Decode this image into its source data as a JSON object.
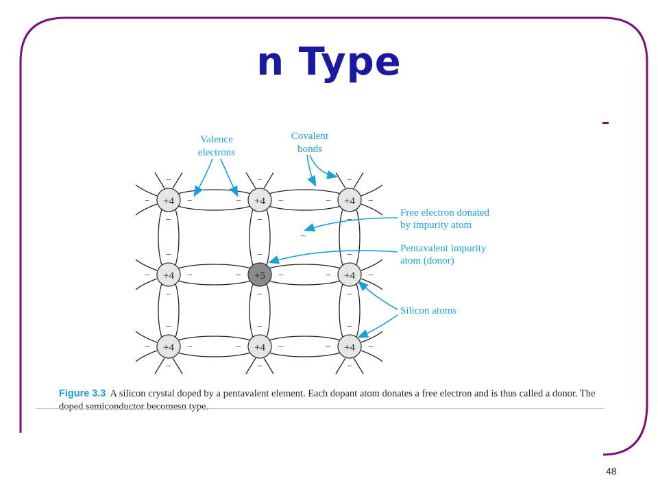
{
  "slide": {
    "title": "n Type",
    "bullet_dash": "-",
    "page_number": "48",
    "frame_color": "#7a0f7a",
    "title_color": "#1a1a9c"
  },
  "figure": {
    "labels": {
      "valence": [
        "Valence",
        "electrons"
      ],
      "covalent": [
        "Covalent",
        "bonds"
      ],
      "free_electron": [
        "Free electron donated",
        "by impurity atom"
      ],
      "pentavalent": [
        "Pentavalent impurity",
        "atom (donor)"
      ],
      "silicon": "Silicon atoms"
    },
    "atoms": [
      [
        "+4",
        "+4",
        "+4"
      ],
      [
        "+4",
        "+5",
        "+4"
      ],
      [
        "+4",
        "+4",
        "+4"
      ]
    ],
    "electron_symbol": "−",
    "free_electron_symbol": "−",
    "accent_color": "#1aa0d8",
    "caption_label": "Figure 3.3",
    "caption_text": "A silicon crystal doped by a pentavalent element. Each dopant atom donates a free electron and is thus called a donor. The doped semiconductor becomesn type."
  }
}
